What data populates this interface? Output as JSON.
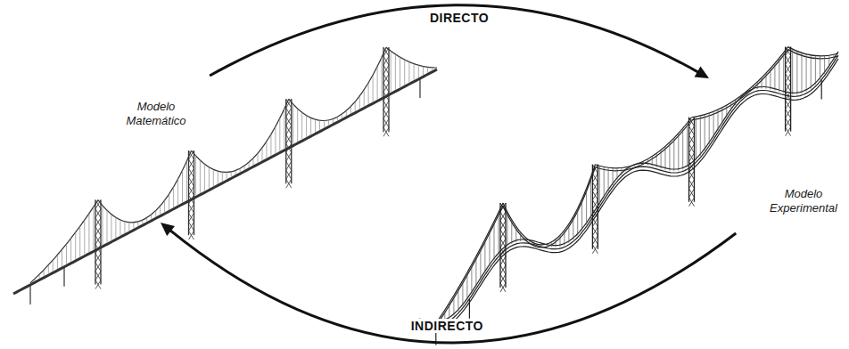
{
  "diagram": {
    "nodes": [
      {
        "text": [
          "Modelo Matemático"
        ]
      },
      {
        "text": [
          "Modelo Experimental"
        ]
      }
    ],
    "edges": [
      {
        "from": 0,
        "to": 1,
        "arrow": "to",
        "label": "DIRECTO"
      },
      {
        "from": 1,
        "to": 0,
        "arrow": "to",
        "label": "INDIRECTO"
      }
    ]
  }
}
